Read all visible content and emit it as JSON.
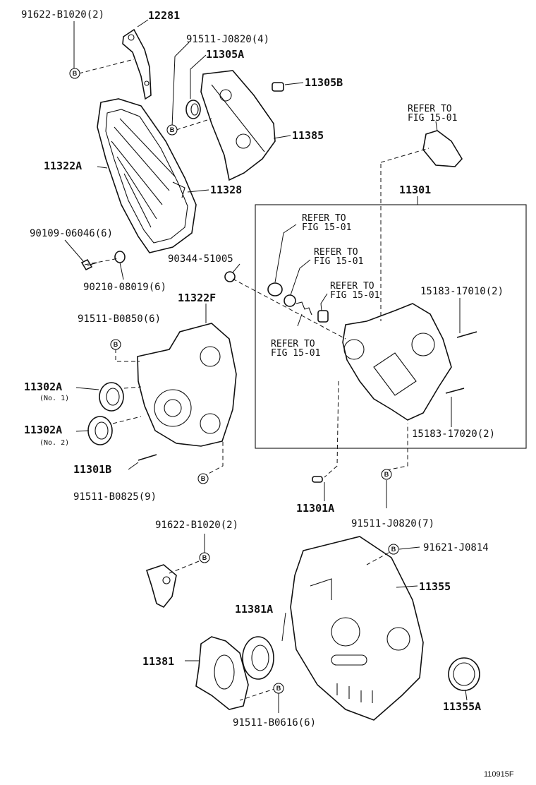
{
  "labels": {
    "l_91622_b1020_top": "91622-B1020(2)",
    "l_12281": "12281",
    "l_91511_j0820_4": "91511-J0820(4)",
    "l_11305a": "11305A",
    "l_11305b": "11305B",
    "l_11385": "11385",
    "l_11322a": "11322A",
    "l_11328": "11328",
    "l_refer_fig_1501_top": "REFER TO\nFIG 15-01",
    "l_11301": "11301",
    "l_90109_06046": "90109-06046(6)",
    "l_90344_51005": "90344-51005",
    "l_90210_08019": "90210-08019(6)",
    "l_refer_a": "REFER TO\nFIG 15-01",
    "l_refer_b": "REFER TO\nFIG 15-01",
    "l_refer_c": "REFER TO\nFIG 15-01",
    "l_refer_d": "REFER TO\nFIG 15-01",
    "l_11322f": "11322F",
    "l_15183_17010": "15183-17010(2)",
    "l_91511_b0850": "91511-B0850(6)",
    "l_11302a_1": "11302A",
    "l_no1": "(No. 1)",
    "l_11302a_2": "11302A",
    "l_no2": "(No. 2)",
    "l_15183_17020": "15183-17020(2)",
    "l_11301b": "11301B",
    "l_91511_b0825": "91511-B0825(9)",
    "l_11301a": "11301A",
    "l_91511_j0820_7": "91511-J0820(7)",
    "l_91622_b1020_mid": "91622-B1020(2)",
    "l_91621_j0814": "91621-J0814",
    "l_11355": "11355",
    "l_11381a": "11381A",
    "l_11381": "11381",
    "l_91511_b0616": "91511-B0616(6)",
    "l_11355a": "11355A",
    "bolt_mark": "B",
    "figure_code": "110915F"
  }
}
